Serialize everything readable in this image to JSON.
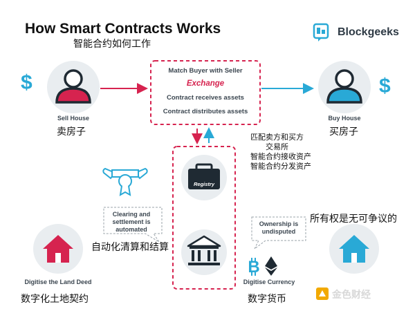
{
  "header": {
    "title": "How Smart Contracts Works",
    "subtitle": "智能合约如何工作",
    "brand": "Blockgeeks"
  },
  "seller": {
    "label": "Sell House",
    "label_cn": "卖房子",
    "currency_symbol": "$"
  },
  "buyer": {
    "label": "Buy House",
    "label_cn": "买房子",
    "currency_symbol": "$"
  },
  "contract_box": {
    "line1": "Match Buyer with Seller",
    "line2": "Exchange",
    "line3": "Contract receives assets",
    "line4": "Contract distributes assets"
  },
  "contract_box_cn": [
    "匹配卖方和买方",
    "交易所",
    "智能合约接收资产",
    "智能合约分发资产"
  ],
  "registry": {
    "label": "Registry"
  },
  "clearing": {
    "bubble": [
      "Clearing and",
      "settlement is",
      "automated"
    ],
    "cn": "自动化清算和结算"
  },
  "ownership": {
    "bubble": [
      "Ownership is",
      "undisputed"
    ],
    "cn": "所有权是无可争议的"
  },
  "land_deed": {
    "label": "Digitise the Land Deed",
    "label_cn": "数字化土地契约"
  },
  "currency": {
    "label": "Digitise Currency",
    "label_cn": "数字货币"
  },
  "watermark": {
    "text": "金色财经"
  },
  "colors": {
    "pink": "#d6234f",
    "blue": "#29a9d6",
    "dark": "#3b4650",
    "gold": "#f2a900"
  }
}
